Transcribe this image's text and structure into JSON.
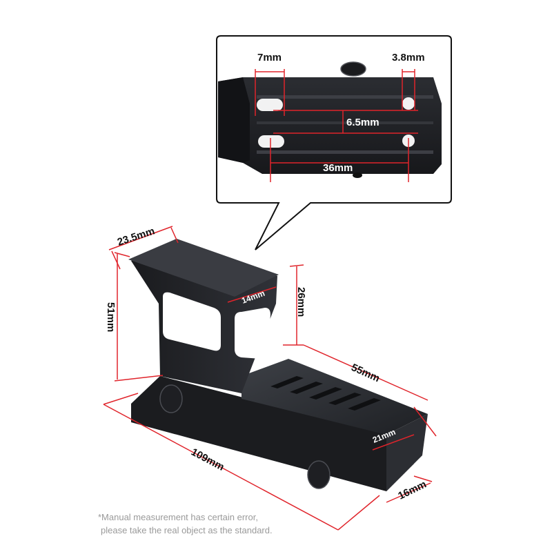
{
  "colors": {
    "dimension_line": "#e0242b",
    "metal": "#2a2c30",
    "background": "#ffffff",
    "note_text": "#9a9a9a"
  },
  "inset": {
    "hole_length": "7mm",
    "hole_width": "3.8mm",
    "row_spacing": "6.5mm",
    "hole_spacing": "36mm"
  },
  "mount": {
    "top_width": "23.5mm",
    "height": "51mm",
    "window_width": "14mm",
    "riser_height": "26mm",
    "rail_length": "55mm",
    "rail_width": "21mm",
    "total_length": "109mm",
    "base_width": "16mm"
  },
  "note": {
    "line1": "*Manual measurement has certain error,",
    "line2": "please take the real object as the standard."
  }
}
